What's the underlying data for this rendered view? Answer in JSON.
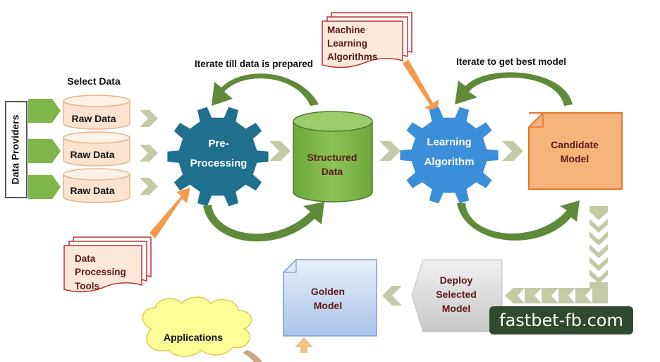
{
  "labels": {
    "data_providers": "Data Providers",
    "select_data": "Select Data",
    "raw_data_1": "Raw Data",
    "raw_data_2": "Raw Data",
    "raw_data_3": "Raw Data",
    "iterate_data": "Iterate till data is prepared",
    "iterate_model": "Iterate to get best model",
    "pre_processing_1": "Pre-",
    "pre_processing_2": "Processing",
    "structured_data_1": "Structured",
    "structured_data_2": "Data",
    "ml_algorithms_1": "Machine",
    "ml_algorithms_2": "Learning",
    "ml_algorithms_3": "Algorithms",
    "learning_algorithm_1": "Learning",
    "learning_algorithm_2": "Algorithm",
    "candidate_model_1": "Candidate",
    "candidate_model_2": "Model",
    "data_processing_tools_1": "Data",
    "data_processing_tools_2": "Processing",
    "data_processing_tools_3": "Tools",
    "deploy_1": "Deploy",
    "deploy_2": "Selected",
    "deploy_3": "Model",
    "golden_model_1": "Golden",
    "golden_model_2": "Model",
    "applications": "Applications"
  },
  "watermark": "fastbet-fb.com",
  "colors": {
    "label_text": "#5a1a1a",
    "gear_blue": "#1f6f8f",
    "gear_light_blue": "#3a8fd8",
    "cylinder_green": "#7eb64a",
    "candidate_orange": "#f6b37a",
    "orange_arrow": "#f39a4e",
    "cycle_green": "#5e8a3a",
    "chevron_khaki": "#c6c9a6"
  }
}
